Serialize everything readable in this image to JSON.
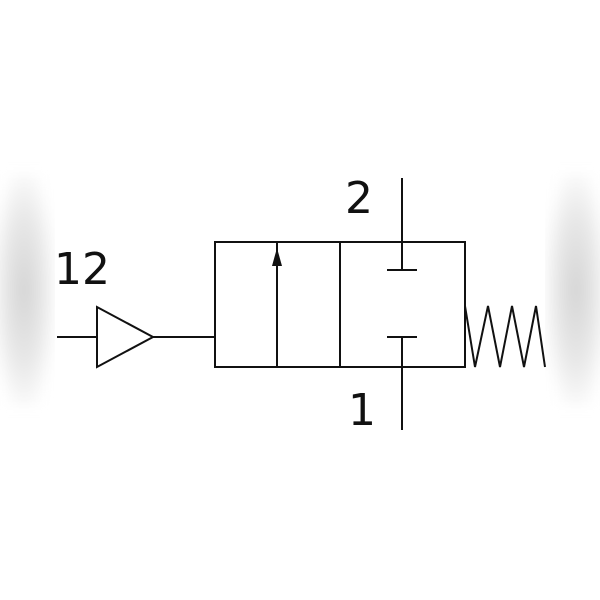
{
  "diagram": {
    "ports": {
      "pilot": "12",
      "outlet": "2",
      "inlet": "1"
    },
    "colors": {
      "stroke": "#111111",
      "background": "#ffffff"
    }
  }
}
